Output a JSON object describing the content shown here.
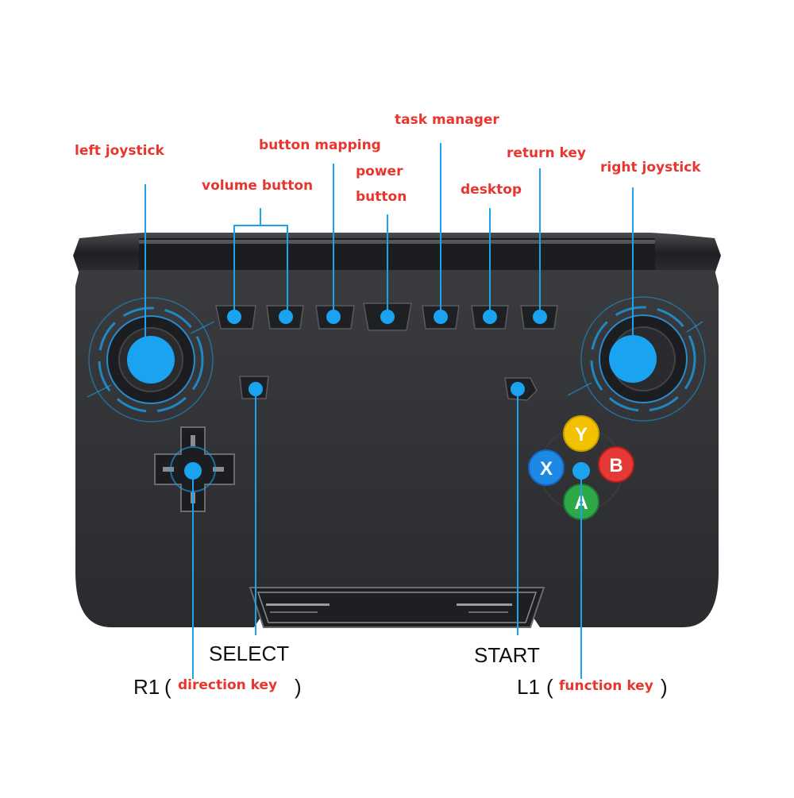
{
  "labels": {
    "left_joystick": "left joystick",
    "button_mapping": "button mapping",
    "task_manager": "task manager",
    "volume_button": "volume button",
    "power_line1": "power",
    "power_line2": "button",
    "return_key": "return key",
    "desktop": "desktop",
    "right_joystick": "right joystick",
    "select": "SELECT",
    "start": "START",
    "r1": "R1",
    "direction_key": "direction key",
    "l1": "L1",
    "function_key": "function key",
    "open_paren": "(",
    "close_paren": ")"
  },
  "face_buttons": {
    "y": "Y",
    "x": "X",
    "b": "B",
    "a": "A"
  },
  "colors": {
    "label_red": "#e8362e",
    "marker_blue": "#1aa3f0",
    "body": "#2f3033",
    "button_y": "#f2c200",
    "button_x": "#1e88e5",
    "button_b": "#e53935",
    "button_a": "#2fa84a"
  }
}
